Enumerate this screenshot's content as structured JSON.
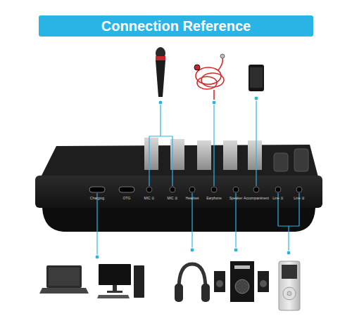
{
  "diagram": {
    "title": "Connection Reference",
    "labels": [
      "Charging",
      "OTG",
      "MIC ①",
      "MIC ②",
      "Headset",
      "Earphone",
      "Speaker",
      "Accompaniment",
      "Line ①",
      "Line ②"
    ]
  }
}
